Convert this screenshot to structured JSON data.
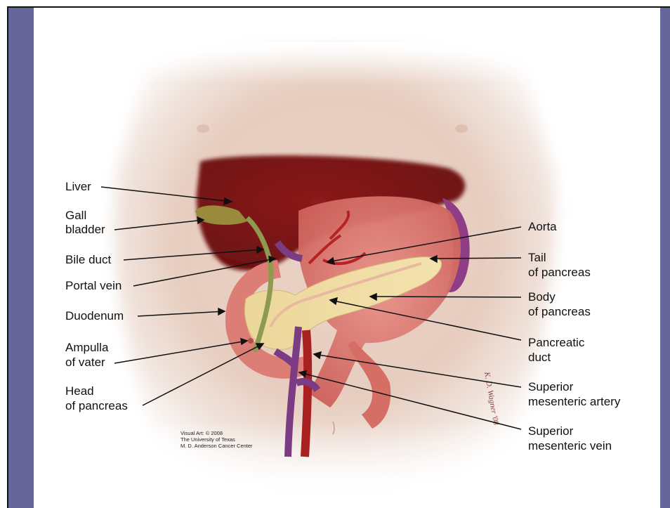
{
  "labels_left": {
    "liver": "Liver",
    "gall_bladder_1": "Gall",
    "gall_bladder_2": "bladder",
    "bile_duct": "Bile duct",
    "portal_vein": "Portal vein",
    "duodenum": "Duodenum",
    "ampulla_1": "Ampulla",
    "ampulla_2": "of vater",
    "head_1": "Head",
    "head_2": "of pancreas"
  },
  "labels_right": {
    "aorta": "Aorta",
    "tail_1": "Tail",
    "tail_2": "of pancreas",
    "body_1": "Body",
    "body_2": "of pancreas",
    "pancreatic_duct_1": "Pancreatic",
    "pancreatic_duct_2": "duct",
    "sma_1": "Superior",
    "sma_2": "mesenteric artery",
    "smv_1": "Superior",
    "smv_2": "mesenteric vein"
  },
  "credit": {
    "line1": "Visual Art: © 2008",
    "line2": "The University of Texas",
    "line3": "M. D. Anderson Cancer Center"
  },
  "colors": {
    "side_bar": "#666699",
    "skin": "#e8cfc0",
    "liver": "#7a1414",
    "stomach": "#d9746c",
    "pancreas": "#f0dca0",
    "vein": "#7a3c82",
    "artery": "#b32222"
  }
}
